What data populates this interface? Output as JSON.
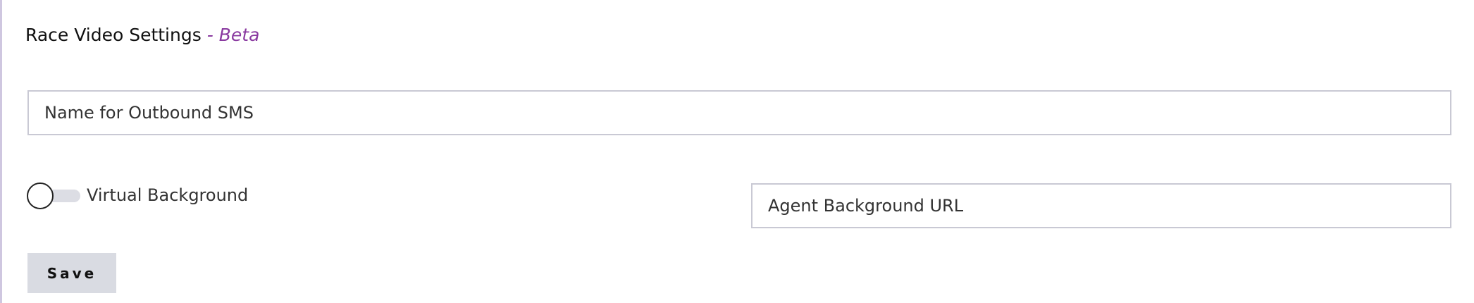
{
  "header": {
    "title": "Race Video Settings",
    "separator": "-",
    "beta_label": "Beta"
  },
  "form": {
    "outbound_sms_name": {
      "placeholder": "Name for Outbound SMS",
      "value": ""
    },
    "virtual_background": {
      "label": "Virtual Background",
      "enabled": false
    },
    "agent_background_url": {
      "placeholder": "Agent Background URL",
      "value": ""
    },
    "save_label": "Save"
  },
  "colors": {
    "accent": "#8a3aa0",
    "button_bg": "#d9dbe2",
    "border": "#c9c9d4"
  }
}
